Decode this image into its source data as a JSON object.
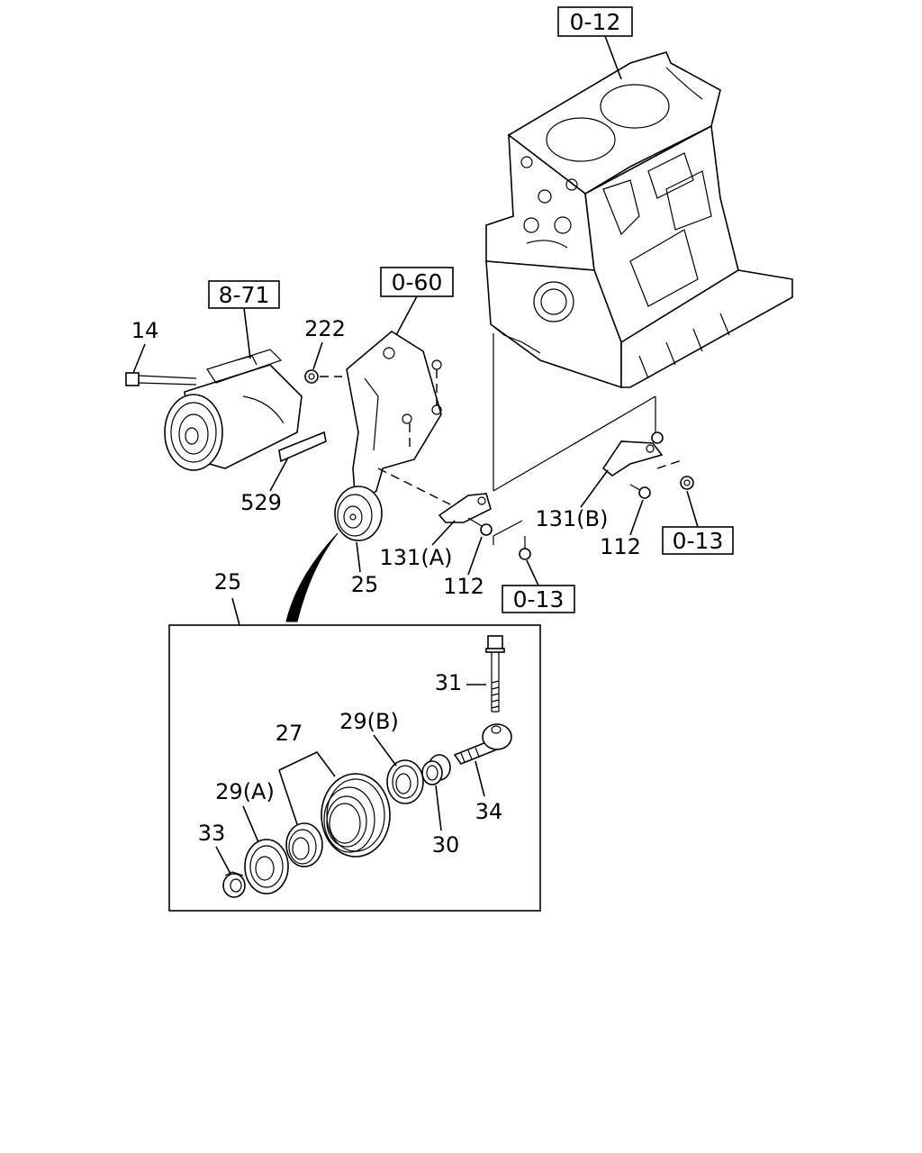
{
  "refs": {
    "block": "0-12",
    "compressor": "8-71",
    "bracket": "0-60",
    "mount_a": "0-13",
    "mount_b": "0-13"
  },
  "labels": {
    "p14": "14",
    "p222": "222",
    "p529": "529",
    "p25_main": "25",
    "p131a": "131(A)",
    "p112_a": "112",
    "p131b": "131(B)",
    "p112_b": "112",
    "p25_detail": "25",
    "p31": "31",
    "p27": "27",
    "p29b": "29(B)",
    "p29a": "29(A)",
    "p33": "33",
    "p30": "30",
    "p34": "34"
  }
}
